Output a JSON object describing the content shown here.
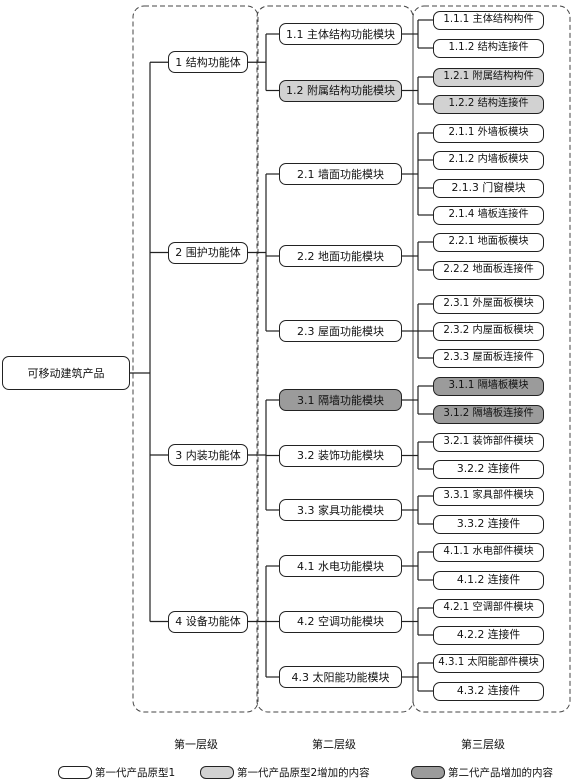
{
  "root": "可移动建筑产品",
  "tree": [
    {
      "label": "1 结构功能体",
      "children": [
        {
          "label": "1.1 主体结构功能模块",
          "tone": "base",
          "children": [
            {
              "label": "1.1.1 主体结构构件",
              "tone": "base"
            },
            {
              "label": "1.1.2 结构连接件",
              "tone": "base"
            }
          ]
        },
        {
          "label": "1.2 附属结构功能模块",
          "tone": "light",
          "children": [
            {
              "label": "1.2.1 附属结构构件",
              "tone": "light"
            },
            {
              "label": "1.2.2 结构连接件",
              "tone": "light"
            }
          ]
        }
      ]
    },
    {
      "label": "2 围护功能体",
      "children": [
        {
          "label": "2.1 墙面功能模块",
          "tone": "base",
          "children": [
            {
              "label": "2.1.1 外墙板模块",
              "tone": "base"
            },
            {
              "label": "2.1.2 内墙板模块",
              "tone": "base"
            },
            {
              "label": "2.1.3 门窗模块",
              "tone": "base"
            },
            {
              "label": "2.1.4 墙板连接件",
              "tone": "base"
            }
          ]
        },
        {
          "label": "2.2 地面功能模块",
          "tone": "base",
          "children": [
            {
              "label": "2.2.1 地面板模块",
              "tone": "base"
            },
            {
              "label": "2.2.2 地面板连接件",
              "tone": "base"
            }
          ]
        },
        {
          "label": "2.3 屋面功能模块",
          "tone": "base",
          "children": [
            {
              "label": "2.3.1 外屋面板模块",
              "tone": "base"
            },
            {
              "label": "2.3.2 内屋面板模块",
              "tone": "base"
            },
            {
              "label": "2.3.3 屋面板连接件",
              "tone": "base"
            }
          ]
        }
      ]
    },
    {
      "label": "3 内装功能体",
      "children": [
        {
          "label": "3.1 隔墙功能模块",
          "tone": "dark",
          "children": [
            {
              "label": "3.1.1 隔墙板模块",
              "tone": "dark"
            },
            {
              "label": "3.1.2 隔墙板连接件",
              "tone": "dark"
            }
          ]
        },
        {
          "label": "3.2 装饰功能模块",
          "tone": "base",
          "children": [
            {
              "label": "3.2.1 装饰部件模块",
              "tone": "base"
            },
            {
              "label": "3.2.2 连接件",
              "tone": "base"
            }
          ]
        },
        {
          "label": "3.3 家具功能模块",
          "tone": "base",
          "children": [
            {
              "label": "3.3.1 家具部件模块",
              "tone": "base"
            },
            {
              "label": "3.3.2 连接件",
              "tone": "base"
            }
          ]
        }
      ]
    },
    {
      "label": "4 设备功能体",
      "children": [
        {
          "label": "4.1 水电功能模块",
          "tone": "base",
          "children": [
            {
              "label": "4.1.1 水电部件模块",
              "tone": "base"
            },
            {
              "label": "4.1.2 连接件",
              "tone": "base"
            }
          ]
        },
        {
          "label": "4.2 空调功能模块",
          "tone": "base",
          "children": [
            {
              "label": "4.2.1 空调部件模块",
              "tone": "base"
            },
            {
              "label": "4.2.2 连接件",
              "tone": "base"
            }
          ]
        },
        {
          "label": "4.3 太阳能功能模块",
          "tone": "base",
          "children": [
            {
              "label": "4.3.1 太阳能部件模块",
              "tone": "base"
            },
            {
              "label": "4.3.2 连接件",
              "tone": "base"
            }
          ]
        }
      ]
    }
  ],
  "levels": [
    "第一层级",
    "第二层级",
    "第三层级"
  ],
  "legend": [
    {
      "label": "第一代产品原型1",
      "tone": "base"
    },
    {
      "label": "第一代产品原型2增加的内容",
      "tone": "light"
    },
    {
      "label": "第二代产品增加的内容",
      "tone": "dark"
    }
  ],
  "colors": {
    "base": "#ffffff",
    "light": "#d2d2d2",
    "dark": "#9b9b9b",
    "line": "#222222"
  }
}
